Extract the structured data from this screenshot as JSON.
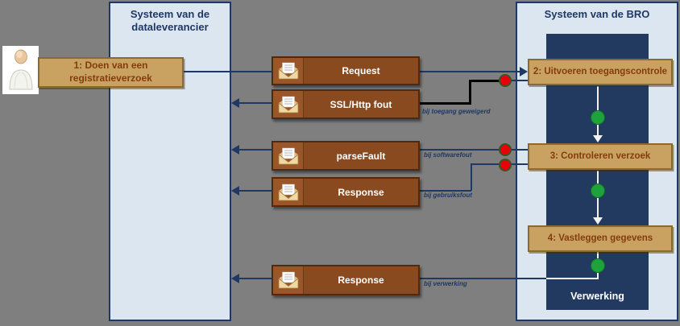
{
  "panels": {
    "left": {
      "title": "Systeem van de dataleverancier"
    },
    "right": {
      "title": "Systeem van de BRO"
    },
    "processing_label": "Verwerking"
  },
  "actor": {
    "description": "dataleverancier"
  },
  "process_steps": [
    {
      "label": "1: Doen van een registratieverzoek"
    },
    {
      "label": "2: Uitvoeren toegangscontrole"
    },
    {
      "label": "3: Controleren verzoek"
    },
    {
      "label": "4: Vastleggen gegevens"
    }
  ],
  "messages": [
    {
      "label": "Request",
      "direction": "to-bro",
      "condition": ""
    },
    {
      "label": "SSL/Http fout",
      "direction": "to-leverancier",
      "condition": "bij toegang geweigerd"
    },
    {
      "label": "parseFault",
      "direction": "to-leverancier",
      "condition": "bij softwarefout"
    },
    {
      "label": "Response",
      "direction": "to-leverancier",
      "condition": "bij gebruiksfout"
    },
    {
      "label": "Response",
      "direction": "to-leverancier",
      "condition": "bij verwerking"
    }
  ],
  "colors": {
    "background": "#7f7f7f",
    "panel_fill": "#dce6f1",
    "navy": "#1f3864",
    "inner_rect": "#233a60",
    "step_fill": "#c9a262",
    "step_text": "#843c0c",
    "message_fill": "#8a4a20",
    "error_dot": "#e8000b",
    "ok_dot": "#1ea33c",
    "fault_line": "#000000"
  }
}
